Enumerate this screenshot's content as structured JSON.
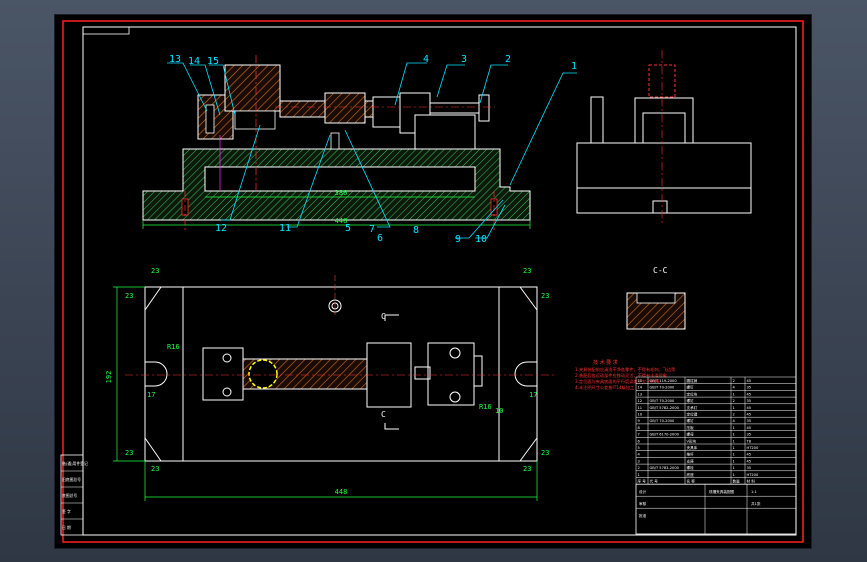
{
  "colors": {
    "background": "#000000",
    "frame": "#ff2020",
    "outline": "#ffffff",
    "leader": "#00e5ff",
    "dimension": "#20ff40",
    "hatch": "#e07030",
    "centerline": "#ff3030",
    "highlight": "#ffff00",
    "note": "#ff3030",
    "accent": "#ff30ff"
  },
  "balloons": {
    "b1": "1",
    "b2": "2",
    "b3": "3",
    "b4": "4",
    "b5": "5",
    "b6": "6",
    "b7": "7",
    "b8": "8",
    "b9": "9",
    "b10": "10",
    "b11": "11",
    "b12": "12",
    "b13": "13",
    "b14": "14",
    "b15": "15"
  },
  "dimensions": {
    "front_inner": "380",
    "front_overall": "448",
    "plan_overall": "448",
    "plan_height": "192",
    "slot_radius_left": "R16",
    "slot_radius_right": "R16",
    "corner_tl_w": "23",
    "corner_tl_h": "23",
    "corner_tr_w": "23",
    "corner_tr_h": "23",
    "corner_bl_w": "23",
    "corner_bl_h": "23",
    "corner_br_w": "23",
    "corner_br_h": "23",
    "slot_left": "17",
    "slot_right": "17",
    "slot_right_r": "10"
  },
  "section": {
    "label": "C-C",
    "cut_top": "C",
    "cut_bottom": "C"
  },
  "notes": {
    "title": "技 术 要 求",
    "line1": "1.夹具装配前应清洗干净各零件，不得有毛刺、飞边等",
    "line2": "2.装配后各运动部件应移动灵活，不得有卡滞现象",
    "line3": "3.定位面与夹具底面的平行度误差不大于0.02",
    "line4": "4.未注明尺寸公差按IT14级加工"
  },
  "bom": {
    "rows": [
      [
        "15",
        "GB/T 119-2000",
        "圆柱销",
        "2",
        "45"
      ],
      [
        "14",
        "GB/T 70-2000",
        "螺钉",
        "4",
        "35"
      ],
      [
        "13",
        "",
        "定位块",
        "1",
        "45"
      ],
      [
        "12",
        "GB/T 70-2000",
        "螺钉",
        "2",
        "35"
      ],
      [
        "11",
        "GB/T 5782-2000",
        "支承钉",
        "1",
        "45"
      ],
      [
        "10",
        "",
        "定位键",
        "2",
        "45"
      ],
      [
        "9",
        "GB/T 70-2000",
        "螺钉",
        "4",
        "35"
      ],
      [
        "8",
        "",
        "压板",
        "1",
        "45"
      ],
      [
        "7",
        "GB/T 6170-2000",
        "螺母",
        "1",
        "35"
      ],
      [
        "6",
        "",
        "V形块",
        "1",
        "T8"
      ],
      [
        "5",
        "",
        "夹具体",
        "1",
        "HT200"
      ],
      [
        "4",
        "",
        "推杆",
        "1",
        "45"
      ],
      [
        "3",
        "",
        "支座",
        "1",
        "45"
      ],
      [
        "2",
        "GB/T 5783-2000",
        "螺栓",
        "1",
        "35"
      ],
      [
        "1",
        "",
        "底座",
        "1",
        "HT200"
      ]
    ],
    "header": [
      "序 号",
      "代 号",
      "名 称",
      "数量",
      "材 料"
    ],
    "title_block": {
      "drawing_name": "铣槽夹具装配图",
      "scale": "1:1",
      "sheet": "共1张",
      "designer": "设计",
      "checker": "审核",
      "approved": "批准"
    }
  },
  "side_panel": {
    "items": [
      "借(通)用件登记",
      "旧底图总号",
      "底图总号",
      "签 字",
      "日 期"
    ]
  }
}
